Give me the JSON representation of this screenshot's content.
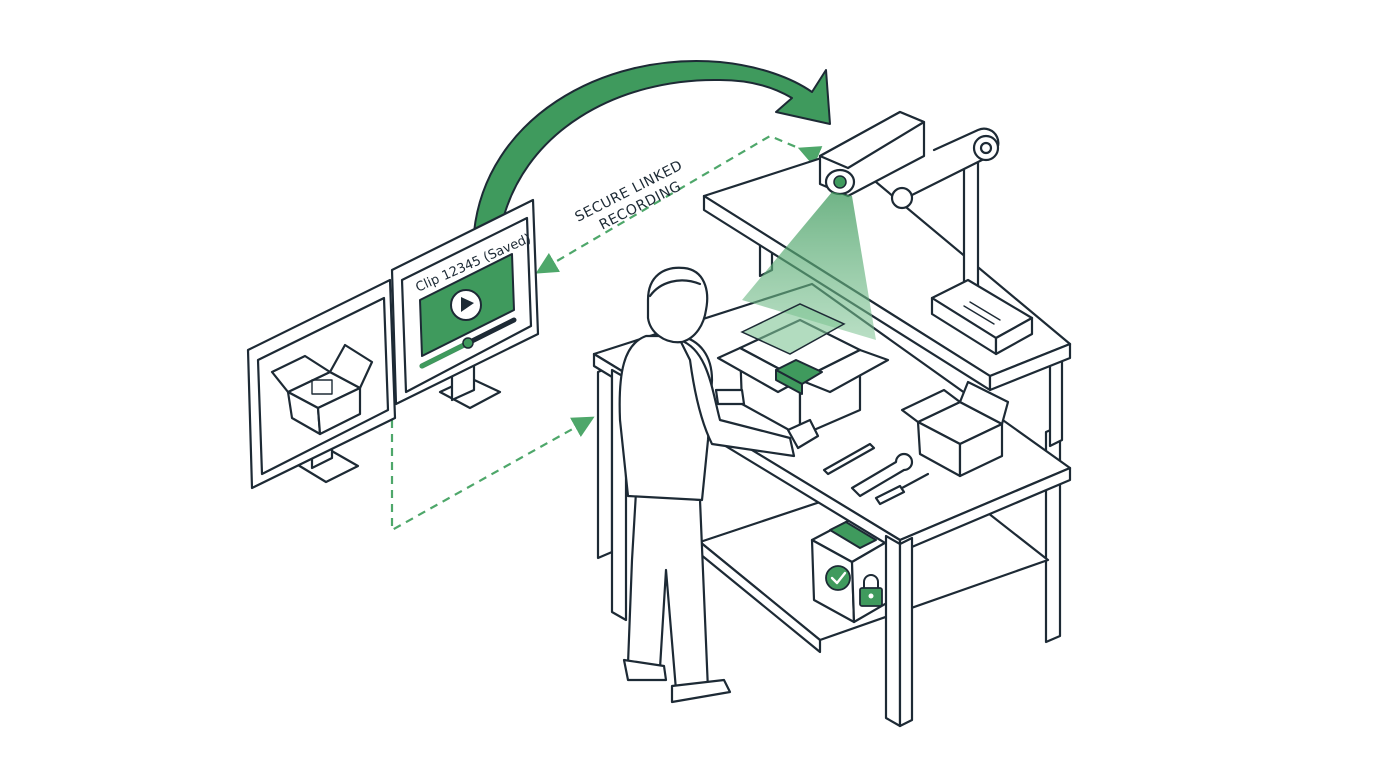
{
  "labels": {
    "link_line1": "SECURE LINKED",
    "link_line2": "RECORDING",
    "clip_title": "Clip 12345 (Saved)"
  },
  "colors": {
    "accent": "#3f9a5d",
    "accent_light": "#7fc494",
    "ink": "#1d2a35",
    "background": "#ffffff"
  },
  "icons": [
    "play-icon",
    "check-icon",
    "lock-icon",
    "security-camera-icon",
    "wrench-icon",
    "screwdriver-icon",
    "pen-icon"
  ]
}
